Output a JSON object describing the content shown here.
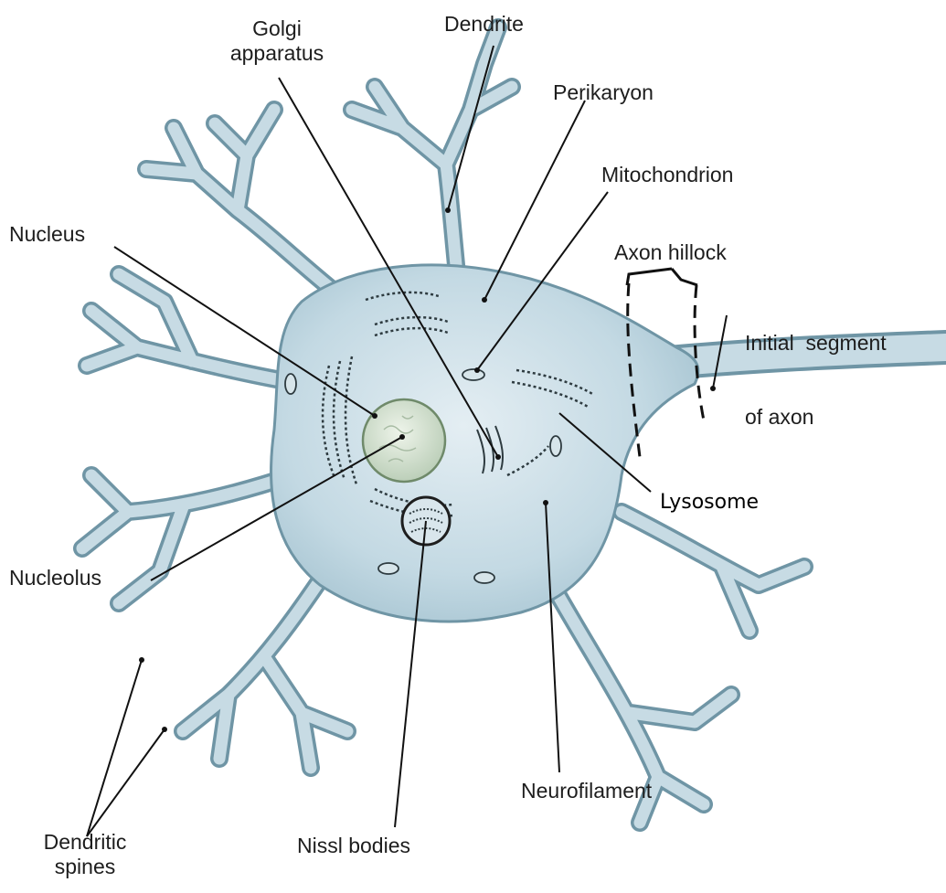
{
  "labels": {
    "golgi": [
      "Golgi",
      "apparatus"
    ],
    "dendrite": "Dendrite",
    "perikaryon": "Perikaryon",
    "mitochondrion": "Mitochondrion",
    "nucleus": "Nucleus",
    "axon_hillock": "Axon hillock",
    "initial_segment": [
      "Initial  segment",
      "of axon"
    ],
    "lysosome": "Lysosome",
    "nucleolus": "Nucleolus",
    "neurofilament": "Neurofilament",
    "dendritic_spines": [
      "Dendritic",
      "spines"
    ],
    "nissl_bodies": "Nissl bodies"
  },
  "colors": {
    "cell_fill": "#c9dde6",
    "cell_stroke": "#5f8797",
    "nucleus_fill": "#d4e2cf",
    "organelle": "#2e3b40",
    "leader": "#111111"
  }
}
